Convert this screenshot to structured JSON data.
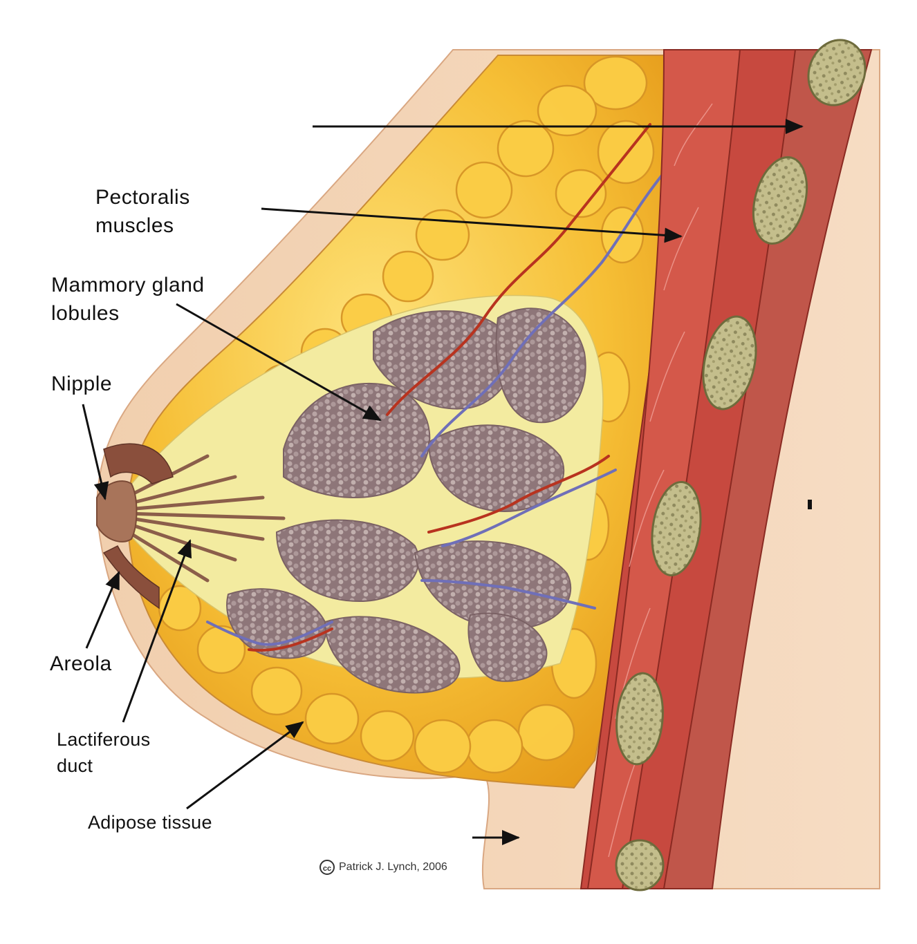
{
  "labels": {
    "pectoralis_line1": "Pectoralis",
    "pectoralis_line2": "muscles",
    "mammory_line1": "Mammory gland",
    "mammory_line2": "lobules",
    "nipple": "Nipple",
    "areola": "Areola",
    "lactiferous_line1": "Lactiferous",
    "lactiferous_line2": "duct",
    "adipose": "Adipose tissue"
  },
  "credit": {
    "icon": "cc",
    "text": "Patrick J. Lynch, 2006"
  },
  "colors": {
    "skin": "#f4d3b4",
    "skin_edge": "#e3b48f",
    "fat": "#f2b52c",
    "fat_light": "#fbd86a",
    "muscle": "#c7493f",
    "muscle_light": "#e07a6a",
    "gland": "#8e7679",
    "stroma": "#f3eba0",
    "vein": "#6f6fb8",
    "artery": "#b8331f",
    "rib": "#b9b27c"
  }
}
